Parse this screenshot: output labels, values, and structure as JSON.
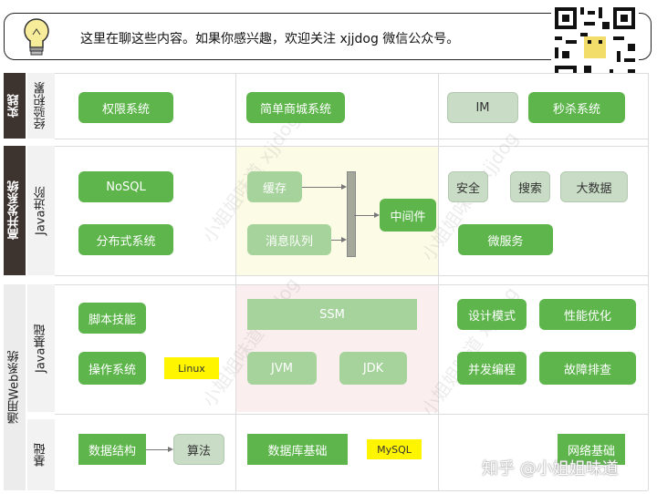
{
  "banner": {
    "text": "这里在聊这些内容。如果你感兴趣，欢迎关注 xjjdog 微信公众号。"
  },
  "watermark": {
    "text": "小姐姐味道 xjjdog"
  },
  "rows": {
    "practice": {
      "label": "实践",
      "sub": "经验积累"
    },
    "concurrency": {
      "label": "高并发系统",
      "sub": "Java进阶"
    },
    "web": {
      "label": "通用Web系统",
      "sub_java": "Java基础",
      "sub_basic": "基础"
    }
  },
  "nodes": {
    "auth": "权限系统",
    "mall": "简单商城系统",
    "im": "IM",
    "seckill": "秒杀系统",
    "nosql": "NoSQL",
    "distributed": "分布式系统",
    "cache": "缓存",
    "mq": "消息队列",
    "middleware": "中间件",
    "security": "安全",
    "search": "搜索",
    "bigdata": "大数据",
    "microservice": "微服务",
    "script": "脚本技能",
    "os": "操作系统",
    "linux": "Linux",
    "ssm": "SSM",
    "jvm": "JVM",
    "jdk": "JDK",
    "design": "设计模式",
    "perf": "性能优化",
    "concurrent": "并发编程",
    "trouble": "故障排查",
    "ds": "数据结构",
    "algo": "算法",
    "db": "数据库基础",
    "mysql": "MySQL",
    "network": "网络基础"
  },
  "footer": {
    "credit": "知乎 @小姐姐味道"
  },
  "colors": {
    "green": "#5db54b",
    "light_green": "#a5d39b",
    "gray_green": "#c9ddc6",
    "yellow": "#fff500",
    "dark_side": "#3d3430"
  },
  "icons": [
    "lightbulb-icon",
    "qr-code-icon"
  ]
}
